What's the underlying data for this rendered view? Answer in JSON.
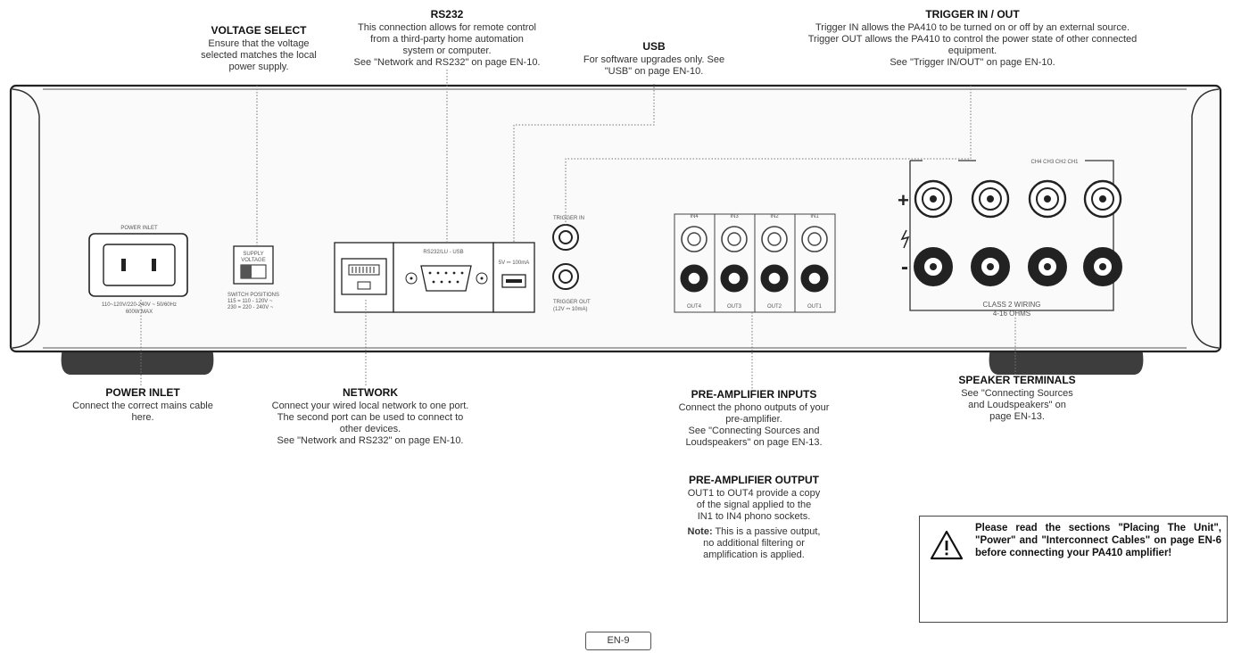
{
  "callouts": {
    "voltage_select": {
      "heading": "VOLTAGE SELECT",
      "body": "Ensure that the voltage\nselected matches the local\npower supply."
    },
    "rs232": {
      "heading": "RS232",
      "body": "This connection allows for remote control\nfrom a third-party home automation\nsystem or computer.\nSee \"Network and RS232\" on page EN-10."
    },
    "usb": {
      "heading": "USB",
      "body": "For software upgrades only. See\n\"USB\" on page EN-10."
    },
    "trigger": {
      "heading": "TRIGGER IN / OUT",
      "body": "Trigger IN allows the PA410 to be turned on or off by an external source.\nTrigger OUT allows the PA410 to control the power state of other connected\nequipment.\nSee \"Trigger IN/OUT\" on page EN-10."
    },
    "power_inlet": {
      "heading": "POWER INLET",
      "body": "Connect the correct mains cable\nhere."
    },
    "network": {
      "heading": "NETWORK",
      "body": "Connect your wired local network to one port.\nThe second port can be used to connect to\nother devices.\nSee \"Network and RS232\" on page EN-10."
    },
    "preamp_inputs": {
      "heading": "PRE-AMPLIFIER INPUTS",
      "body": "Connect the phono outputs of your\npre-amplifier.\nSee \"Connecting Sources and\nLoudspeakers\" on page EN-13."
    },
    "preamp_output": {
      "heading": "PRE-AMPLIFIER OUTPUT",
      "body": "OUT1 to OUT4 provide a copy\nof the signal applied to the\nIN1 to IN4 phono sockets.",
      "note_label": "Note:",
      "note_body": " This is a passive output,\nno additional filtering or\namplification is applied."
    },
    "speaker_terminals": {
      "heading": "SPEAKER TERMINALS",
      "body": "See \"Connecting Sources\nand Loudspeakers\" on\npage EN-13."
    }
  },
  "warning": {
    "text": "Please read the sections \"Placing The Unit\", \"Power\" and \"Interconnect Cables\" on page EN-6 before connecting your PA410 amplifier!",
    "icon": "warning-triangle-icon"
  },
  "panel": {
    "power_inlet_label": "POWER INLET",
    "power_rating_1": "110~120V/220-240V ~ 50/60Hz",
    "power_rating_2": "600W MAX",
    "supply_label_1": "SUPPLY",
    "supply_label_2": "VOLTAGE",
    "switch_pos_1": "SWITCH POSITIONS",
    "switch_pos_2": "115 = 110 - 120V ~",
    "switch_pos_3": "230 = 220 - 240V ~",
    "rs232_usb_label": "RS232/LU - USB",
    "usb_rating": "5V ⎓ 100mA",
    "trigger_in": "TRIGGER IN",
    "trigger_out": "TRIGGER OUT",
    "trigger_out_rating": "(12V ⎓ 10mA)",
    "inputs": [
      "IN4",
      "IN3",
      "IN2",
      "IN1"
    ],
    "outputs": [
      "OUT4",
      "OUT3",
      "OUT2",
      "OUT1"
    ],
    "speaker_channels": "CH4 CH3 CH2 CH1",
    "plus": "+",
    "minus": "-",
    "class2_1": "CLASS 2 WIRING",
    "class2_2": "4-16 OHMS"
  },
  "page_number": "EN-9"
}
